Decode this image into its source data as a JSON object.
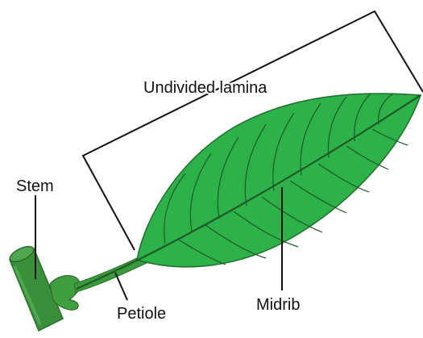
{
  "labels": {
    "lamina": "Undivided lamina",
    "stem": "Stem",
    "petiole": "Petiole",
    "midrib": "Midrib"
  },
  "colors": {
    "leaf_fill": "#2db24a",
    "leaf_edge": "#1f6e2c",
    "vein": "#1f5a26",
    "stem_fill": "#3a8f3a",
    "stem_dark": "#2a6e2a",
    "bracket": "#111111"
  }
}
